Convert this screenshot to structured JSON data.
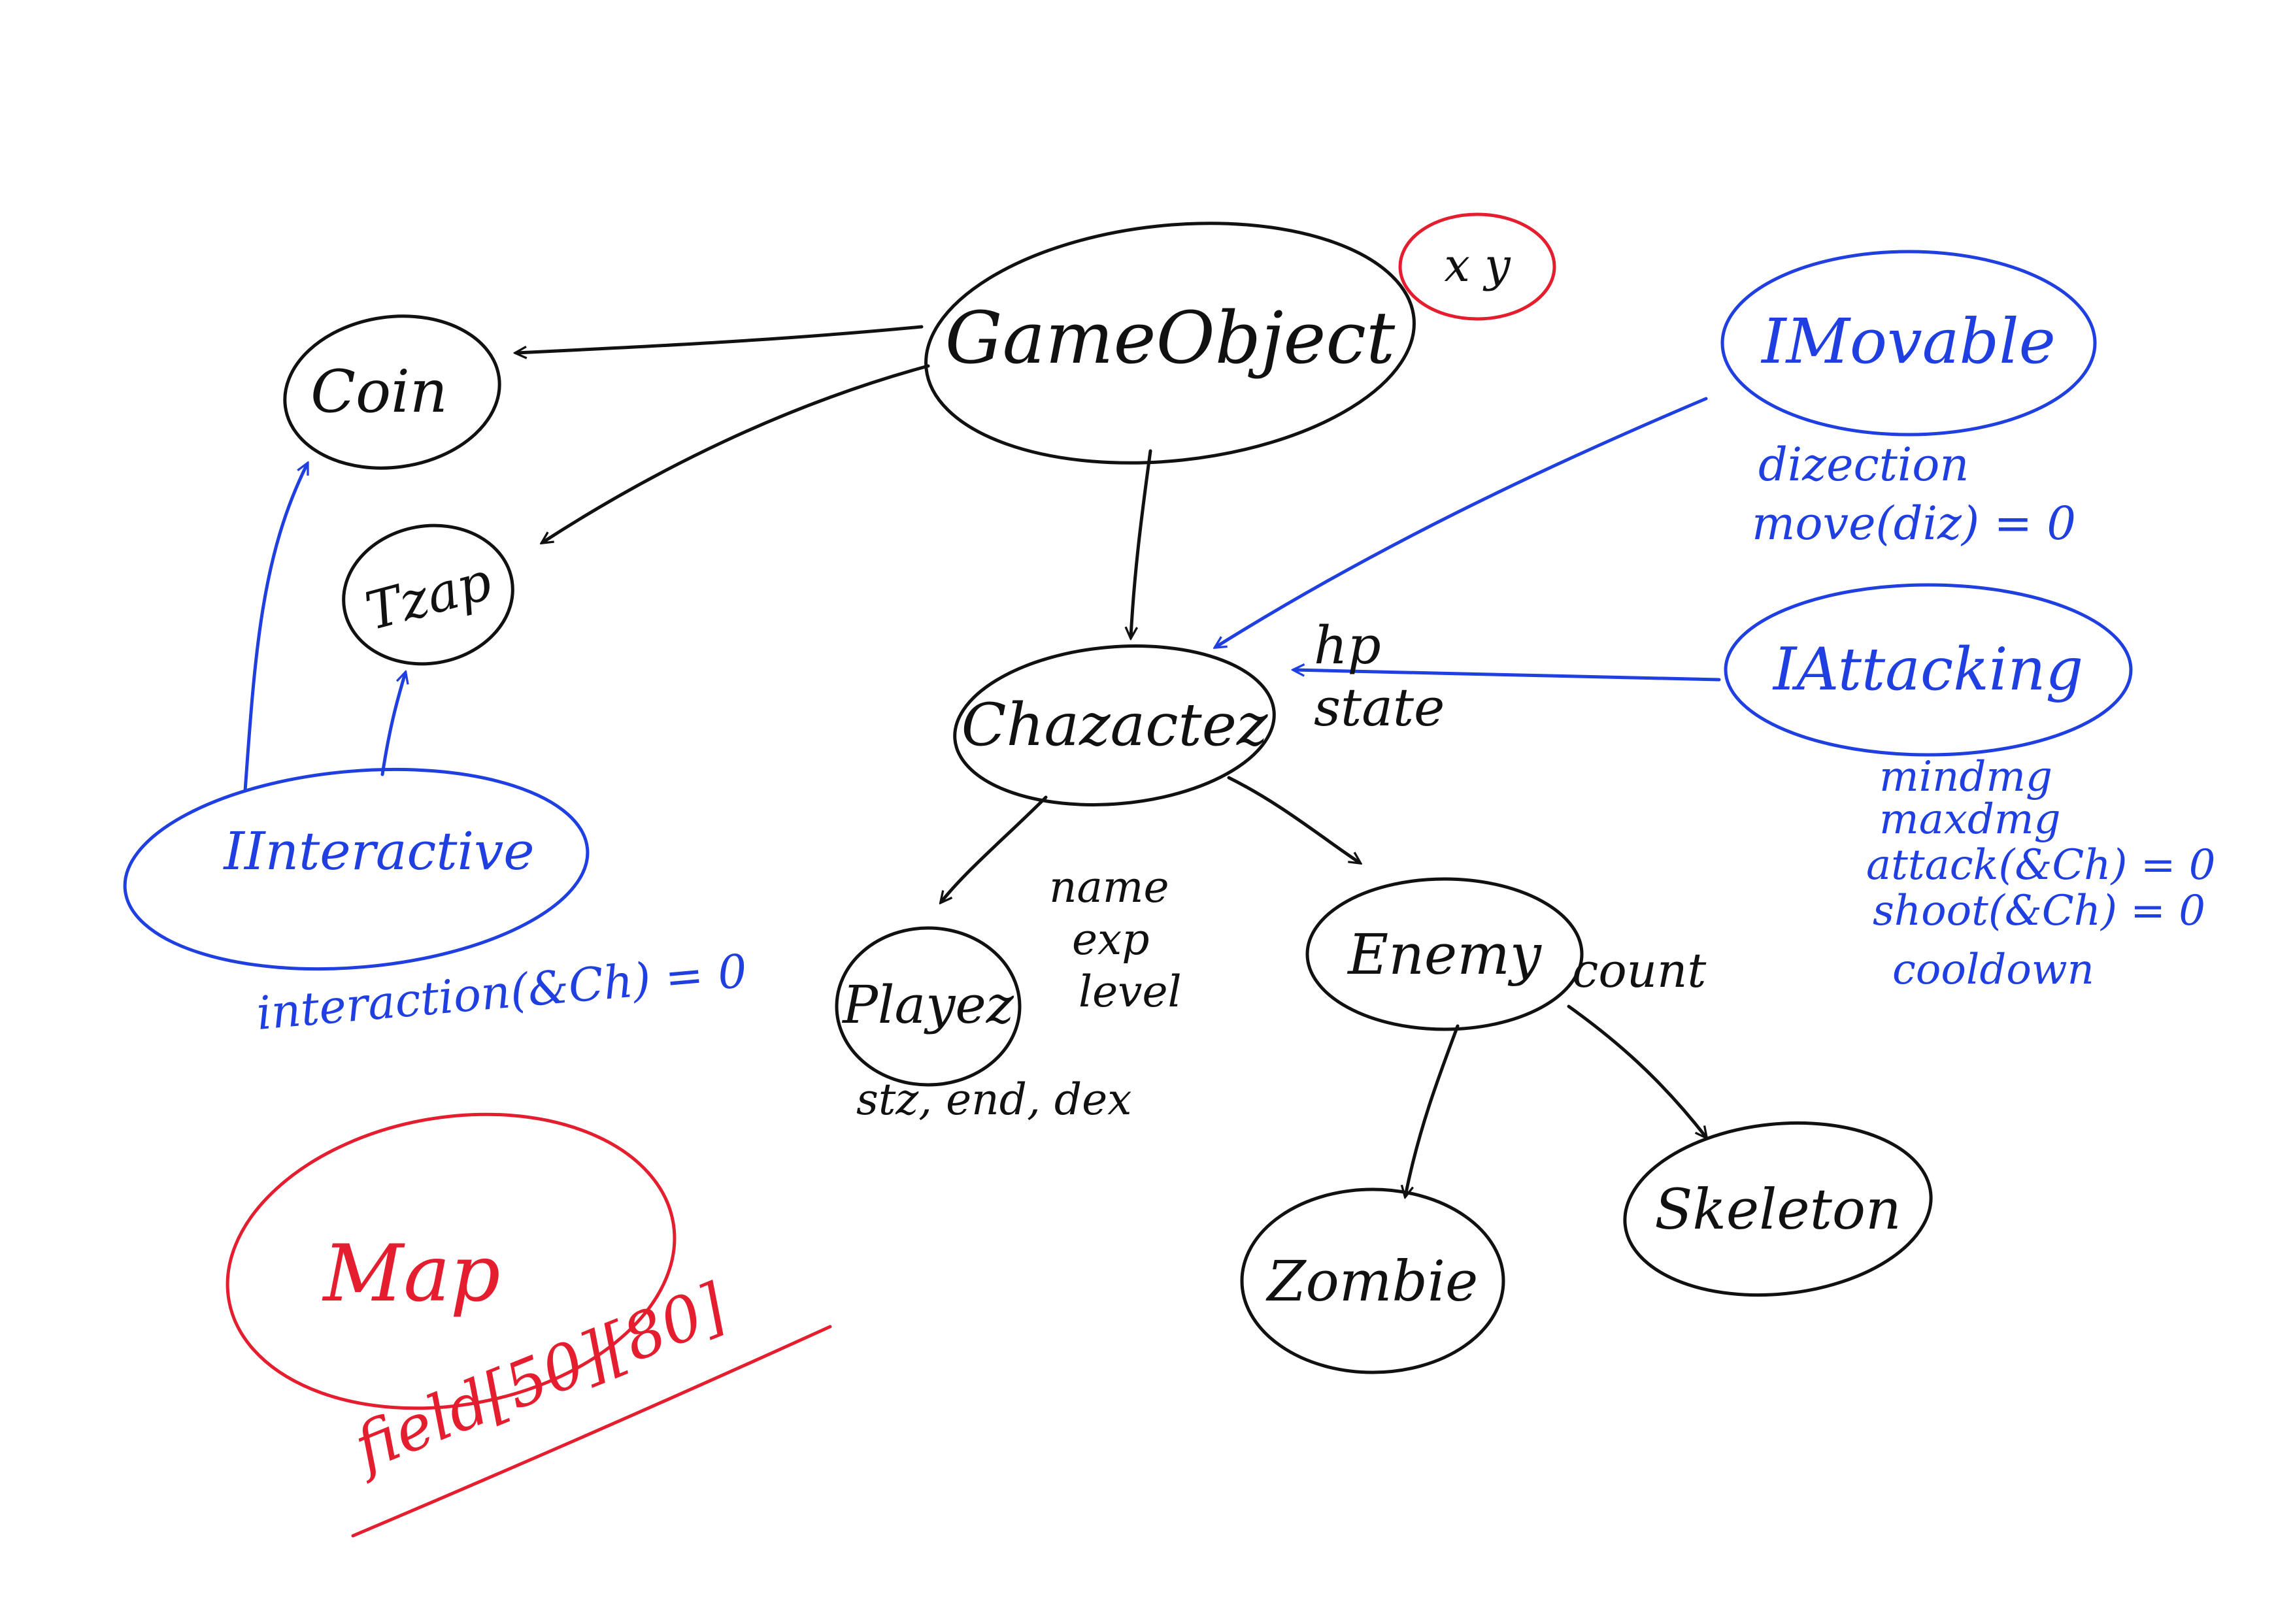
{
  "colors": {
    "ink": "#111111",
    "blue": "#1f3fe0",
    "red": "#e41e2e",
    "paper": "#ffffff"
  },
  "nodes": {
    "gameobject": {
      "label": "GameObject",
      "attrs": [
        "x y"
      ]
    },
    "coin": {
      "label": "Coin"
    },
    "trap": {
      "label": "Tzap"
    },
    "character": {
      "label": "Chazactez",
      "attrs": [
        "hp",
        "state"
      ]
    },
    "player": {
      "label": "Playez",
      "attrs": [
        "name",
        "exp",
        "level",
        "stz, end, dex"
      ]
    },
    "enemy": {
      "label": "Enemy",
      "attrs": [
        "count"
      ]
    },
    "zombie": {
      "label": "Zombie"
    },
    "skeleton": {
      "label": "Skeleton"
    },
    "imovable": {
      "label": "IMovable",
      "attrs": [
        "dizection",
        "move(diz) = 0"
      ]
    },
    "iattacking": {
      "label": "IAttacking",
      "attrs": [
        "mindmg",
        "maxdmg",
        "attack(&Ch) = 0",
        "shoot(&Ch) = 0",
        "cooldown"
      ]
    },
    "iinteractive": {
      "label": "IInteractive",
      "attrs": [
        "interaction(&Ch) = 0"
      ]
    },
    "map": {
      "label": "Map",
      "attrs": [
        "field[50][80]"
      ]
    }
  }
}
